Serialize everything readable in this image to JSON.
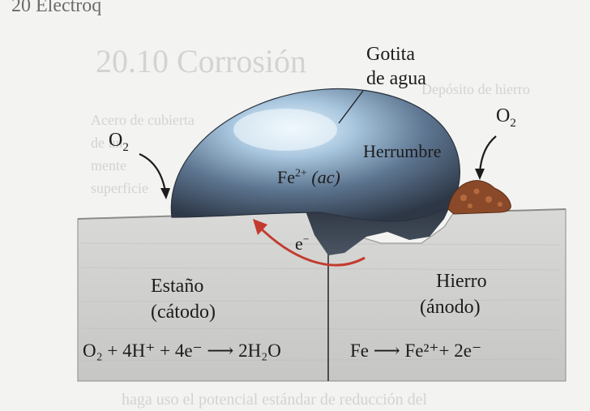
{
  "page_header_fragment": "20  Electroq",
  "background_text": {
    "section_heading": "20.10  Corrosión",
    "line1": "Depósito de hierro",
    "line2": "Acero de cubierta",
    "line3": "de un",
    "line4": "mente",
    "line5": "superficie",
    "bottom_line": "haga uso el potencial estándar de reducción del"
  },
  "labels": {
    "droplet": "Gotita",
    "droplet_2": "de agua",
    "o2_left": "O",
    "o2_left_sub": "2",
    "o2_right": "O",
    "o2_right_sub": "2",
    "rust": "Herrumbre",
    "ion": "Fe",
    "ion_sup": "2+",
    "ion_state": "(ac)",
    "electron": "e",
    "electron_sup": "−",
    "tin": "Estaño",
    "cathode": "(cátodo)",
    "iron": "Hierro",
    "anode": "(ánodo)"
  },
  "equations": {
    "cathode_reaction": "O₂ + 4H⁺ + 4e⁻ ⟶ 2H₂O",
    "anode_reaction": "Fe ⟶ Fe²⁺+ 2e⁻"
  },
  "colors": {
    "metal": "#cfcfcf",
    "droplet_dark": "#3d4a5c",
    "droplet_light": "#cfe3f3",
    "arrow": "#c23b2e",
    "rust": "#8a4a2a"
  }
}
